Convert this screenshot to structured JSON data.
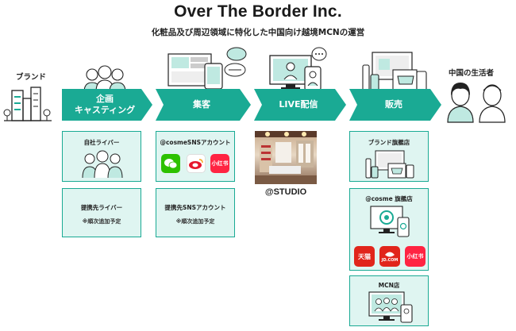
{
  "header": {
    "title": "Over The Border Inc.",
    "subtitle": "化粧品及び周辺領域に特化した中国向け越境MCNの運営"
  },
  "endpoints": {
    "brand_label": "ブランド",
    "consumer_label": "中国の生活者"
  },
  "flow": [
    {
      "line1": "企画",
      "line2": "キャスティング"
    },
    {
      "line1": "集客",
      "line2": ""
    },
    {
      "line1": "LIVE配信",
      "line2": ""
    },
    {
      "line1": "販売",
      "line2": ""
    }
  ],
  "casting": {
    "own_title": "自社ライバー",
    "partner_title": "提携先ライバー",
    "partner_note": "※順次追加予定"
  },
  "attract": {
    "sns_title": "@cosmeSNSアカウント",
    "partner_title": "提携先SNSアカウント",
    "partner_note": "※順次追加予定",
    "apps": [
      {
        "name": "wechat-icon",
        "label": "",
        "color": "#2dc100"
      },
      {
        "name": "weibo-icon",
        "label": "",
        "color": "#e6162d"
      },
      {
        "name": "xiaohongshu-icon",
        "label": "小红书",
        "color": "#ff2442"
      }
    ]
  },
  "live": {
    "studio_label": "@STUDIO"
  },
  "sales": {
    "brand_store_title": "ブランド旗艦店",
    "cosme_store_title": "@cosme 旗艦店",
    "mcn_store_title": "MCN店",
    "apps": [
      {
        "name": "tmall-icon",
        "label": "天猫",
        "color": "#e1251b"
      },
      {
        "name": "jd-icon",
        "label": "JD.COM",
        "color": "#e1251b"
      },
      {
        "name": "xiaohongshu-icon",
        "label": "小红书",
        "color": "#ff2442"
      }
    ]
  },
  "colors": {
    "accent": "#1aaa94",
    "box_fill": "#dff5f1"
  }
}
